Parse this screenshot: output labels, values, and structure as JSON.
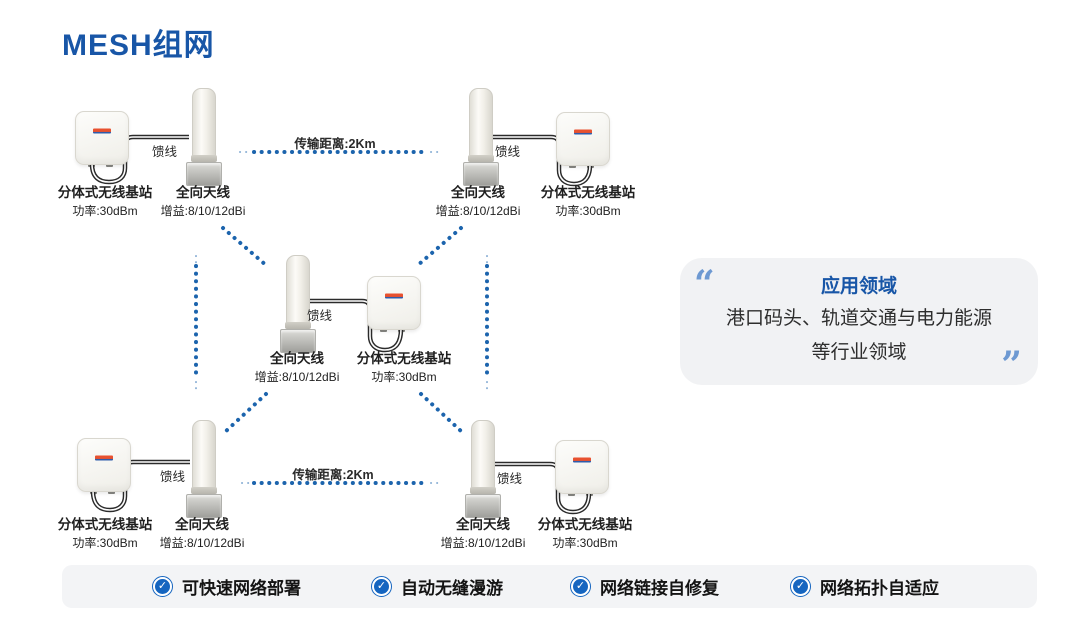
{
  "page": {
    "title": "MESH组网"
  },
  "colors": {
    "accent_blue": "#1856A7",
    "dot_blue": "#1C64AD",
    "check_blue": "#1565C0",
    "card_bg": "#F1F2F4",
    "bar_bg": "#F3F4F6"
  },
  "device_labels": {
    "station_name": "分体式无线基站",
    "station_power": "功率:30dBm",
    "antenna_name": "全向天线",
    "antenna_gain": "增益:8/10/12dBi",
    "feeder": "馈线"
  },
  "links": {
    "distance_label": "传输距离:2Km"
  },
  "application_card": {
    "open_quote": "“",
    "title": "应用领域",
    "line1": "港口码头、轨道交通与电力能源",
    "line2": "等行业领域",
    "close_quote": "”"
  },
  "features": [
    {
      "label": "可快速网络部署"
    },
    {
      "label": "自动无缝漫游"
    },
    {
      "label": "网络链接自修复"
    },
    {
      "label": "网络拓扑自适应"
    }
  ],
  "icons": {
    "check": "✓"
  }
}
